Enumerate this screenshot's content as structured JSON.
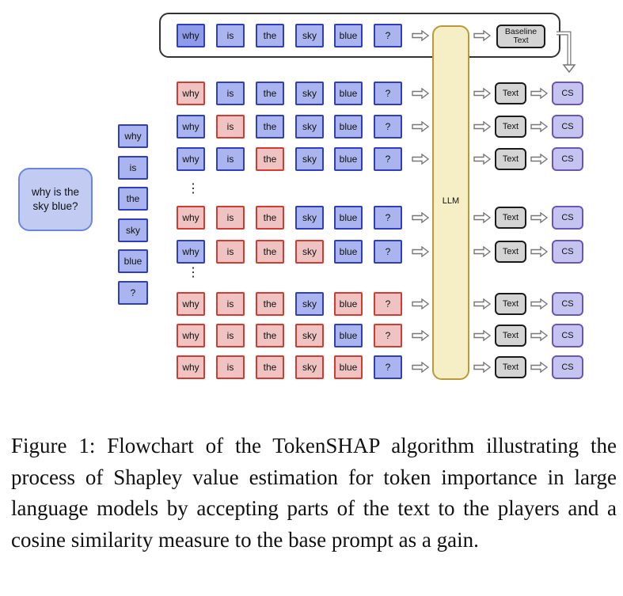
{
  "diagram": {
    "prompt": "why is the sky blue?",
    "tokens": [
      "why",
      "is",
      "the",
      "sky",
      "blue",
      "?"
    ],
    "llm_label": "LLM",
    "baseline_label": "Baseline Text",
    "text_label": "Text",
    "cs_label": "CS",
    "ellipsis": "⋮",
    "combinations": [
      [
        0,
        1,
        1,
        1,
        1,
        1
      ],
      [
        1,
        0,
        1,
        1,
        1,
        1
      ],
      [
        1,
        1,
        0,
        1,
        1,
        1
      ],
      [
        0,
        0,
        0,
        1,
        1,
        1
      ],
      [
        1,
        0,
        0,
        0,
        1,
        1
      ],
      [
        0,
        0,
        0,
        1,
        0,
        0
      ],
      [
        0,
        0,
        0,
        0,
        1,
        0
      ],
      [
        0,
        0,
        0,
        0,
        0,
        1
      ]
    ]
  },
  "caption": "Figure 1: Flowchart of the TokenSHAP algorithm illustrating the process of Shapley value estimation for token importance in large language models by accepting parts of the text to the players and a cosine similarity measure to the base prompt as a gain."
}
